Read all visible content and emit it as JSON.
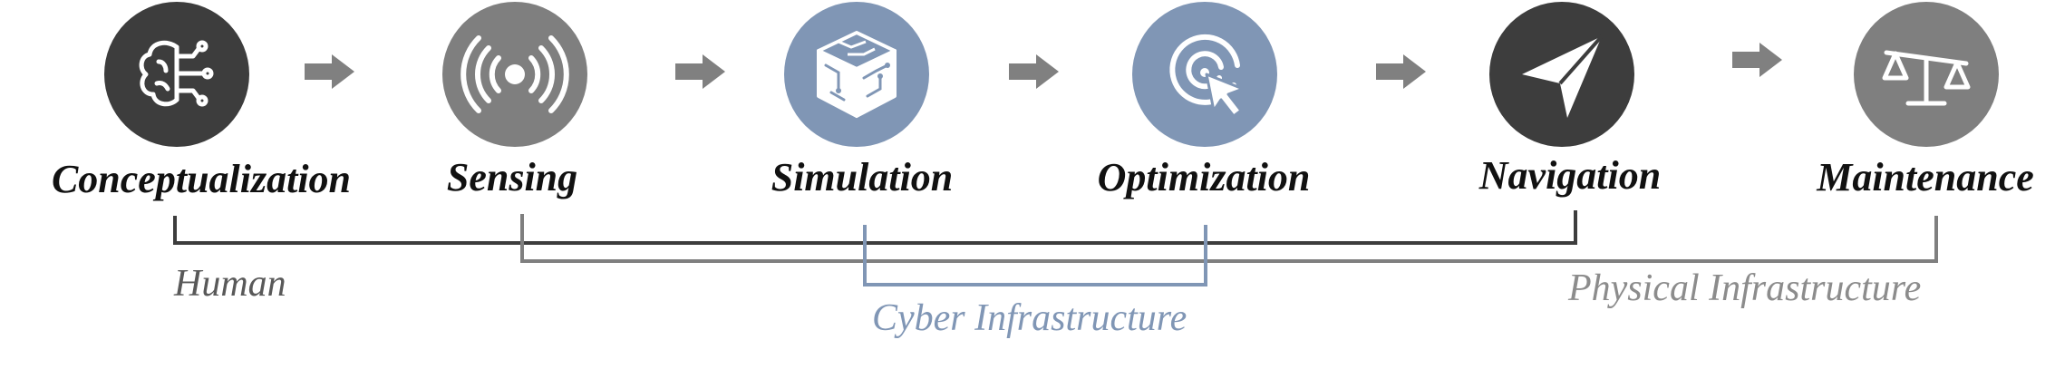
{
  "stages": [
    {
      "label": "Conceptualization",
      "icon": "brain-circuit-icon",
      "color": "#3d3d3d"
    },
    {
      "label": "Sensing",
      "icon": "broadcast-signal-icon",
      "color": "#7f7f7f"
    },
    {
      "label": "Simulation",
      "icon": "circuit-cube-icon",
      "color": "#8096b5"
    },
    {
      "label": "Optimization",
      "icon": "target-cursor-icon",
      "color": "#8096b5"
    },
    {
      "label": "Navigation",
      "icon": "paper-plane-icon",
      "color": "#3d3d3d"
    },
    {
      "label": "Maintenance",
      "icon": "balance-scale-icon",
      "color": "#7f7f7f"
    }
  ],
  "groups": {
    "human": {
      "label": "Human",
      "color": "#3d3d3d",
      "text_color": "#595959"
    },
    "cyber": {
      "label": "Cyber Infrastructure",
      "color": "#8096b5",
      "text_color": "#8096b5"
    },
    "physical": {
      "label": "Physical Infrastructure",
      "color": "#7f7f7f",
      "text_color": "#8c8c8c"
    }
  },
  "arrow_color": "#808080"
}
